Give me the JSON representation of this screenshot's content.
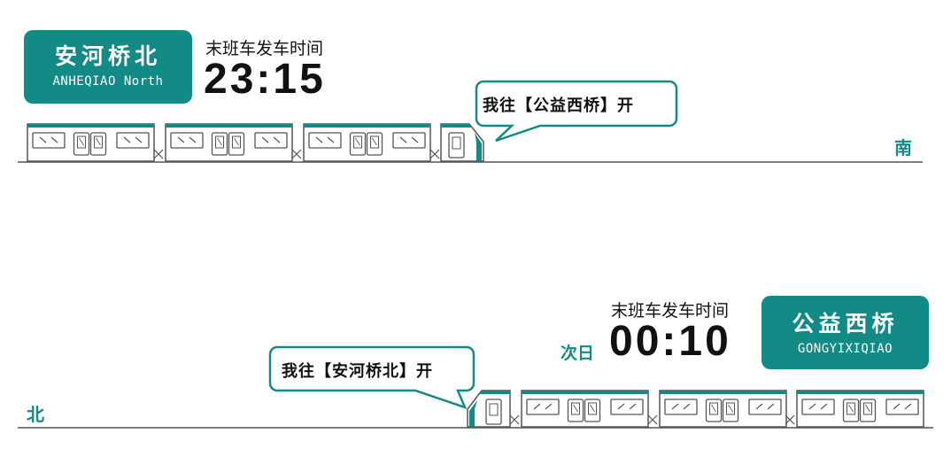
{
  "southbound": {
    "station_cn": "安河桥北",
    "station_en": "ANHEQIAO North",
    "last_train_label": "末班车发车时间",
    "time": "23:15",
    "bubble": "我往【公益西桥】开",
    "direction": "南"
  },
  "northbound": {
    "station_cn": "公益西桥",
    "station_en": "GONGYIXIQIAO",
    "last_train_label": "末班车发车时间",
    "next_day": "次日",
    "time": "00:10",
    "bubble": "我往【安河桥北】开",
    "direction": "北"
  },
  "colors": {
    "accent": "#128a86",
    "track": "#555555",
    "train_outline": "#555555"
  }
}
